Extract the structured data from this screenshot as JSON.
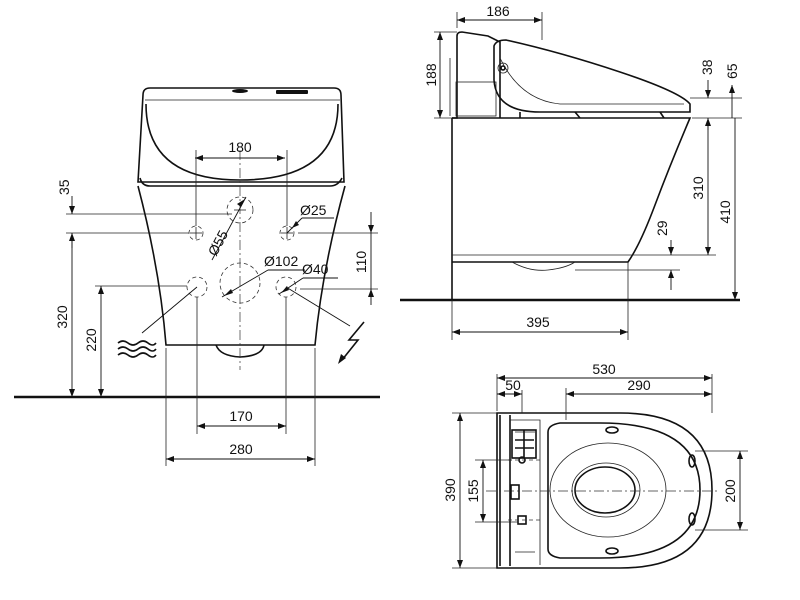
{
  "front_view": {
    "dims": {
      "width_180": "180",
      "height_35": "35",
      "dia_25": "Ø25",
      "dia_55": "Ø55",
      "dia_102": "Ø102",
      "dia_40": "Ø40",
      "height_110": "110",
      "height_320": "320",
      "height_220": "220",
      "width_170": "170",
      "width_280": "280"
    }
  },
  "side_view": {
    "dims": {
      "width_186": "186",
      "height_188": "188",
      "height_38": "38",
      "height_65": "65",
      "height_310": "310",
      "height_410": "410",
      "height_29": "29",
      "length_395": "395"
    }
  },
  "top_view": {
    "dims": {
      "length_530": "530",
      "offset_50": "50",
      "length_290": "290",
      "width_390": "390",
      "width_155": "155",
      "width_200": "200"
    }
  },
  "icons": [
    "water-supply-icon",
    "electrical-supply-icon"
  ]
}
